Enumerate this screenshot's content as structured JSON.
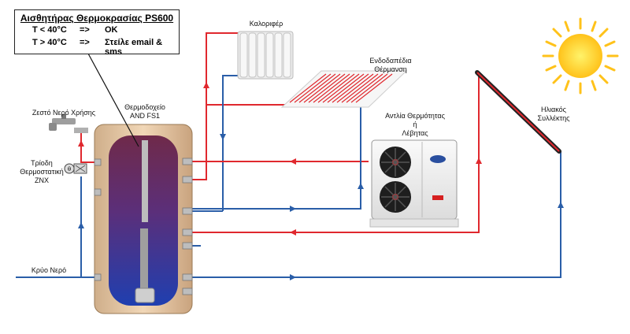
{
  "sensor_box": {
    "title": "Αισθητήρας Θερμοκρασίας PS600",
    "rows": [
      {
        "cond": "T < 40°C",
        "arrow": "=>",
        "action": "OK"
      },
      {
        "cond": "T > 40°C",
        "arrow": "=>",
        "action": "Στείλε email & sms"
      }
    ]
  },
  "labels": {
    "radiator": "Καλοριφέρ",
    "floor_heating_line1": "Ενδοδαπέδια",
    "floor_heating_line2": "Θέρμανση",
    "hot_water": "Ζεστό Νερό Χρήσης",
    "tank_line1": "Θερμοδοχείο",
    "tank_line2": "AND FS1",
    "valve_line1": "Τρίοδη",
    "valve_line2": "Θερμοστατική",
    "valve_line3": "ZNX",
    "cold_water": "Κρύο Νερό",
    "heatpump_line1": "Αντλία Θερμότητας",
    "heatpump_line2": "ή",
    "heatpump_line3": "Λέβητας",
    "collector_line1": "Ηλιακός",
    "collector_line2": "Συλλέκτης"
  },
  "colors": {
    "hot": "#e0282e",
    "cold": "#2a5ea8",
    "tank_insulation": "#e9c9a4",
    "sun": "#ffd21e"
  }
}
